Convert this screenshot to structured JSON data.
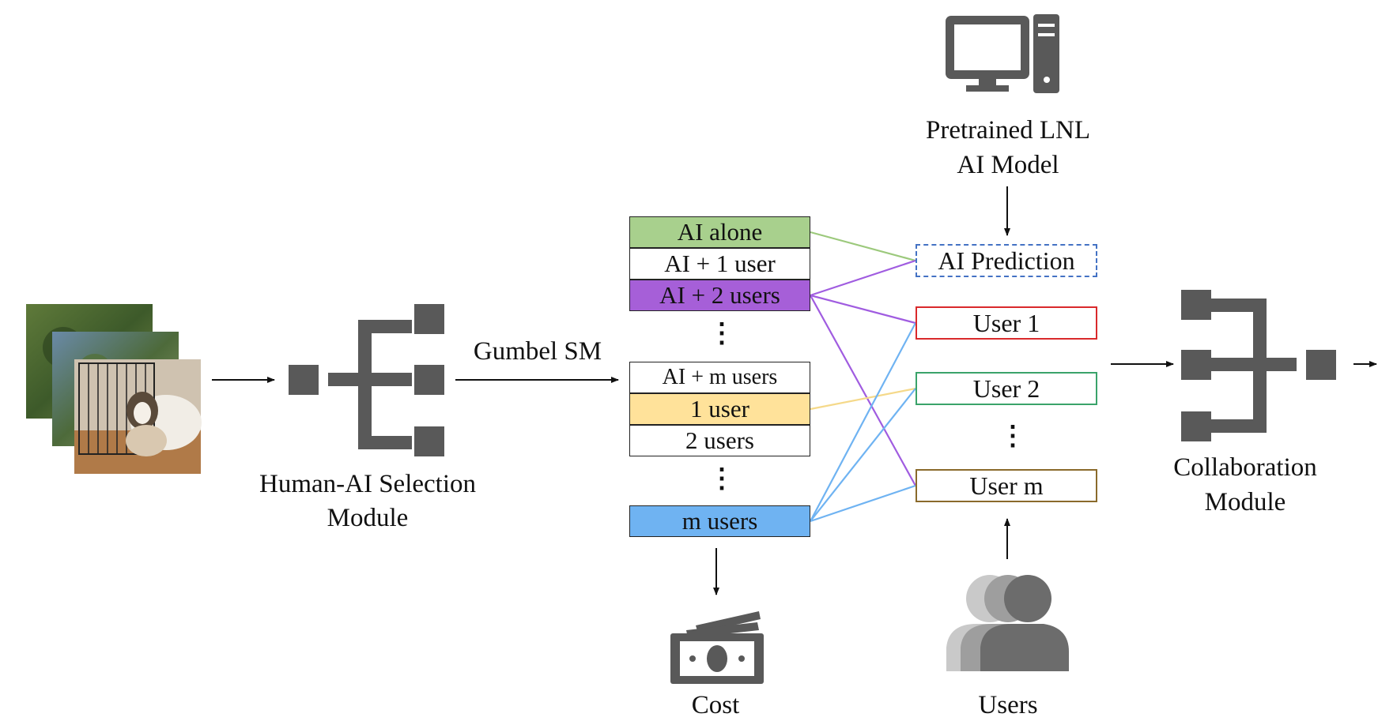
{
  "labels": {
    "computer_caption_line1": "Pretrained LNL",
    "computer_caption_line2": "AI Model",
    "selection_module_line1": "Human-AI Selection",
    "selection_module_line2": "Module",
    "gumbel": "Gumbel SM",
    "collab_line1": "Collaboration",
    "collab_line2": "Module",
    "cost": "Cost",
    "users": "Users",
    "ellipsis": "⋮"
  },
  "options": [
    {
      "label": "AI alone",
      "color": "#a8d08d"
    },
    {
      "label": "AI + 1 user",
      "color": "#ffffff"
    },
    {
      "label": "AI + 2 users",
      "color": "#a65fd8"
    },
    {
      "label": "AI + m users",
      "color": "#ffffff"
    },
    {
      "label": "1 user",
      "color": "#ffe29a"
    },
    {
      "label": "2 users",
      "color": "#ffffff"
    },
    {
      "label": "m users",
      "color": "#6fb3f2"
    }
  ],
  "targets": [
    {
      "label": "AI Prediction",
      "border": "#4472c4",
      "style": "dashed"
    },
    {
      "label": "User 1",
      "border": "#d9292b",
      "style": "solid"
    },
    {
      "label": "User 2",
      "border": "#3aa36a",
      "style": "solid"
    },
    {
      "label": "User m",
      "border": "#8a6a2b",
      "style": "solid"
    }
  ],
  "connections": [
    {
      "from": "AI alone",
      "to": "AI Prediction",
      "color": "#9cc97c"
    },
    {
      "from": "AI + 2 users",
      "to": "AI Prediction",
      "color": "#a05ce0"
    },
    {
      "from": "AI + 2 users",
      "to": "User 1",
      "color": "#a05ce0"
    },
    {
      "from": "AI + 2 users",
      "to": "User m",
      "color": "#a05ce0"
    },
    {
      "from": "1 user",
      "to": "User 2",
      "color": "#f5d98a"
    },
    {
      "from": "m users",
      "to": "User 1",
      "color": "#6fb3f2"
    },
    {
      "from": "m users",
      "to": "User 2",
      "color": "#6fb3f2"
    },
    {
      "from": "m users",
      "to": "User m",
      "color": "#6fb3f2"
    }
  ],
  "icons": [
    "input-images",
    "selection-module-icon",
    "computer-icon",
    "collaboration-module-icon",
    "cash-icon",
    "users-icon"
  ],
  "colors": {
    "icon_gray": "#595959",
    "arrow": "#111111"
  }
}
